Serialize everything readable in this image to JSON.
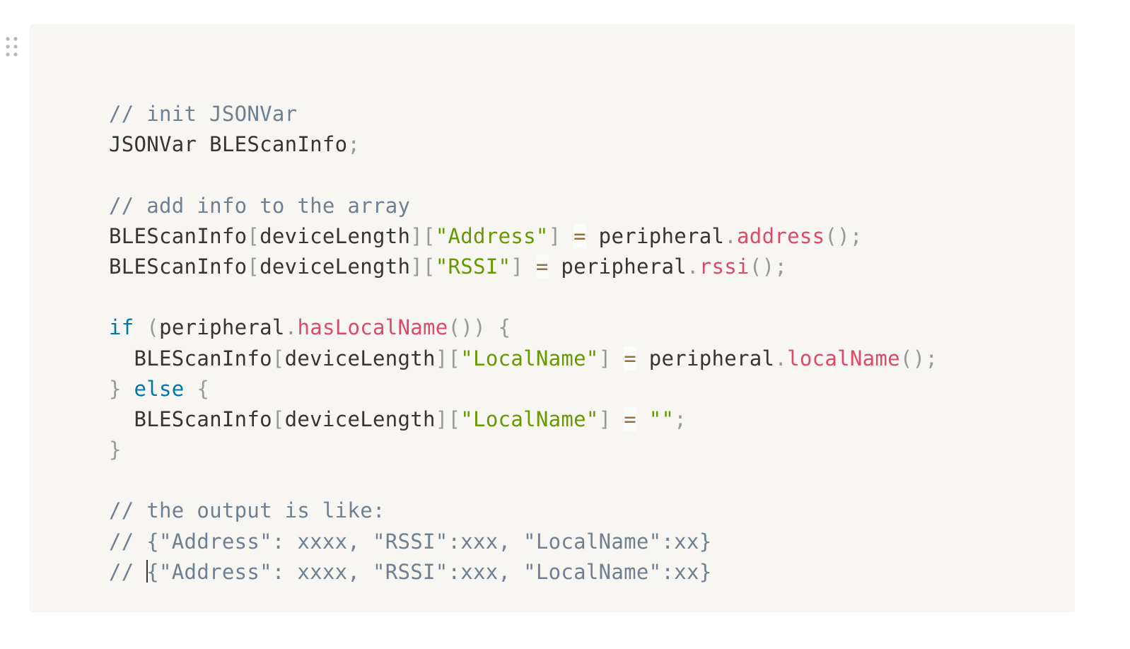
{
  "icons": {
    "drag_handle": "drag-handle-icon"
  },
  "colors": {
    "block_background": "#f7f6f3",
    "comment": "#708090",
    "keyword": "#0077aa",
    "string": "#669900",
    "function": "#dd4a68",
    "punctuation": "#999999",
    "operator": "#9a6e3a",
    "text": "#37352f"
  },
  "code": {
    "lines": [
      [
        {
          "type": "comment",
          "text": "// init JSONVar"
        }
      ],
      [
        {
          "type": "plain",
          "text": "JSONVar BLEScanInfo"
        },
        {
          "type": "punct",
          "text": ";"
        }
      ],
      [],
      [
        {
          "type": "comment",
          "text": "// add info to the array"
        }
      ],
      [
        {
          "type": "plain",
          "text": "BLEScanInfo"
        },
        {
          "type": "punct",
          "text": "["
        },
        {
          "type": "plain",
          "text": "deviceLength"
        },
        {
          "type": "punct",
          "text": "]["
        },
        {
          "type": "string",
          "text": "\"Address\""
        },
        {
          "type": "punct",
          "text": "]"
        },
        {
          "type": "plain",
          "text": " "
        },
        {
          "type": "op",
          "text": "="
        },
        {
          "type": "plain",
          "text": " peripheral"
        },
        {
          "type": "punct",
          "text": "."
        },
        {
          "type": "func",
          "text": "address"
        },
        {
          "type": "punct",
          "text": "();"
        }
      ],
      [
        {
          "type": "plain",
          "text": "BLEScanInfo"
        },
        {
          "type": "punct",
          "text": "["
        },
        {
          "type": "plain",
          "text": "deviceLength"
        },
        {
          "type": "punct",
          "text": "]["
        },
        {
          "type": "string",
          "text": "\"RSSI\""
        },
        {
          "type": "punct",
          "text": "]"
        },
        {
          "type": "plain",
          "text": " "
        },
        {
          "type": "op",
          "text": "="
        },
        {
          "type": "plain",
          "text": " peripheral"
        },
        {
          "type": "punct",
          "text": "."
        },
        {
          "type": "func",
          "text": "rssi"
        },
        {
          "type": "punct",
          "text": "();"
        }
      ],
      [],
      [
        {
          "type": "keyword",
          "text": "if"
        },
        {
          "type": "plain",
          "text": " "
        },
        {
          "type": "punct",
          "text": "("
        },
        {
          "type": "plain",
          "text": "peripheral"
        },
        {
          "type": "punct",
          "text": "."
        },
        {
          "type": "func",
          "text": "hasLocalName"
        },
        {
          "type": "punct",
          "text": "())"
        },
        {
          "type": "plain",
          "text": " "
        },
        {
          "type": "punct",
          "text": "{"
        }
      ],
      [
        {
          "type": "plain",
          "text": "  BLEScanInfo"
        },
        {
          "type": "punct",
          "text": "["
        },
        {
          "type": "plain",
          "text": "deviceLength"
        },
        {
          "type": "punct",
          "text": "]["
        },
        {
          "type": "string",
          "text": "\"LocalName\""
        },
        {
          "type": "punct",
          "text": "]"
        },
        {
          "type": "plain",
          "text": " "
        },
        {
          "type": "op",
          "text": "="
        },
        {
          "type": "plain",
          "text": " peripheral"
        },
        {
          "type": "punct",
          "text": "."
        },
        {
          "type": "func",
          "text": "localName"
        },
        {
          "type": "punct",
          "text": "();"
        }
      ],
      [
        {
          "type": "punct",
          "text": "}"
        },
        {
          "type": "plain",
          "text": " "
        },
        {
          "type": "keyword",
          "text": "else"
        },
        {
          "type": "plain",
          "text": " "
        },
        {
          "type": "punct",
          "text": "{"
        }
      ],
      [
        {
          "type": "plain",
          "text": "  BLEScanInfo"
        },
        {
          "type": "punct",
          "text": "["
        },
        {
          "type": "plain",
          "text": "deviceLength"
        },
        {
          "type": "punct",
          "text": "]["
        },
        {
          "type": "string",
          "text": "\"LocalName\""
        },
        {
          "type": "punct",
          "text": "]"
        },
        {
          "type": "plain",
          "text": " "
        },
        {
          "type": "op",
          "text": "="
        },
        {
          "type": "plain",
          "text": " "
        },
        {
          "type": "string",
          "text": "\"\""
        },
        {
          "type": "punct",
          "text": ";"
        }
      ],
      [
        {
          "type": "punct",
          "text": "}"
        }
      ],
      [],
      [
        {
          "type": "comment",
          "text": "// the output is like:"
        }
      ],
      [
        {
          "type": "comment",
          "text": "// {\"Address\": xxxx, \"RSSI\":xxx, \"LocalName\":xx}"
        }
      ],
      [
        {
          "type": "comment",
          "text": "// "
        },
        {
          "type": "caret",
          "text": ""
        },
        {
          "type": "comment",
          "text": "{\"Address\": xxxx, \"RSSI\":xxx, \"LocalName\":xx}"
        }
      ]
    ]
  }
}
